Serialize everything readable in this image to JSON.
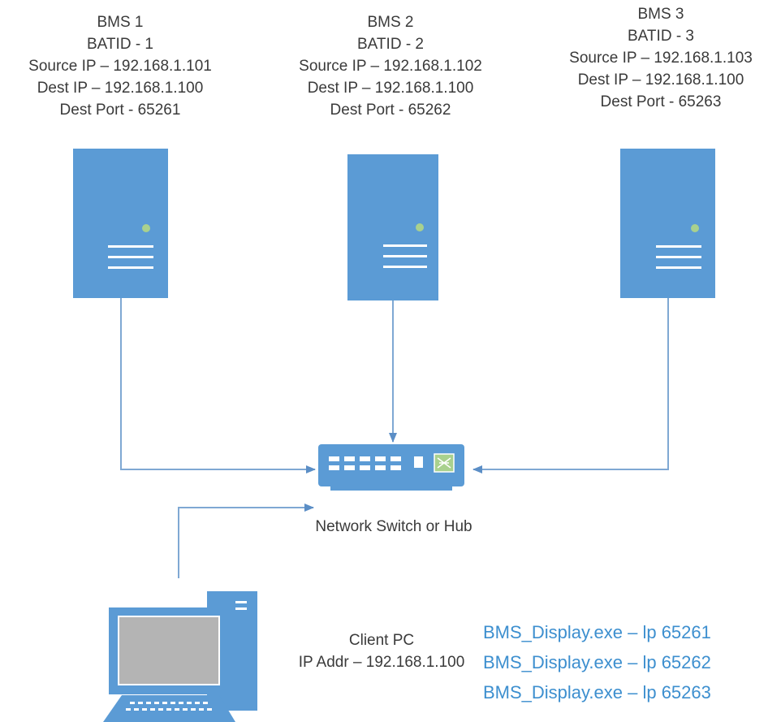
{
  "servers": [
    {
      "name": "BMS 1",
      "batid": "BATID - 1",
      "source_ip": "Source IP – 192.168.1.101",
      "dest_ip": "Dest IP – 192.168.1.100",
      "dest_port": "Dest Port - 65261"
    },
    {
      "name": "BMS 2",
      "batid": "BATID - 2",
      "source_ip": "Source IP – 192.168.1.102",
      "dest_ip": "Dest IP – 192.168.1.100",
      "dest_port": "Dest Port - 65262"
    },
    {
      "name": "BMS 3",
      "batid": "BATID - 3",
      "source_ip": "Source IP – 192.168.1.103",
      "dest_ip": "Dest IP – 192.168.1.100",
      "dest_port": "Dest Port - 65263"
    }
  ],
  "switch": {
    "label": "Network Switch or Hub"
  },
  "client": {
    "name": "Client PC",
    "ip": "IP Addr – 192.168.1.100"
  },
  "apps": [
    "BMS_Display.exe – lp 65261",
    "BMS_Display.exe – lp 65262",
    "BMS_Display.exe – lp 65263"
  ],
  "colors": {
    "device_blue": "#5b9bd5",
    "link_blue": "#7fa8d3",
    "led_green": "#a9d18e",
    "app_text": "#3d8fcf"
  }
}
